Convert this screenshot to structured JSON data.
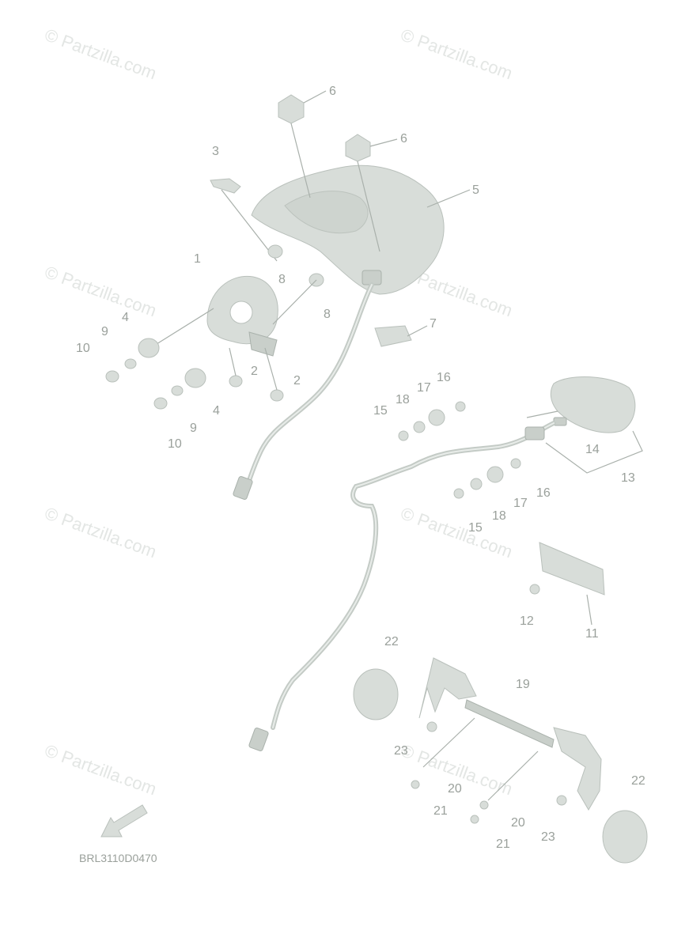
{
  "watermark": "© Partzilla.com",
  "diagram_code": "BRL3110D0470",
  "callouts": [
    "6",
    "6",
    "3",
    "5",
    "1",
    "8",
    "8",
    "4",
    "9",
    "10",
    "7",
    "2",
    "2",
    "4",
    "9",
    "10",
    "16",
    "17",
    "18",
    "15",
    "14",
    "13",
    "16",
    "17",
    "18",
    "15",
    "12",
    "11",
    "22",
    "19",
    "23",
    "20",
    "21",
    "20",
    "21",
    "23",
    "22"
  ],
  "colors": {
    "part_fill": "#d8ddd9",
    "text": "#9aa09b",
    "watermark": "#e3e6e4"
  },
  "icons": {
    "direction_arrow": "front-arrow-icon"
  }
}
